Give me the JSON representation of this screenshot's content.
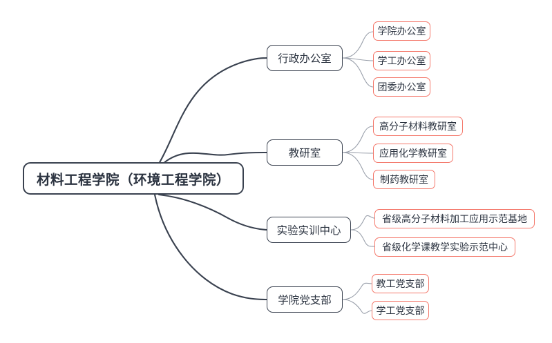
{
  "diagram": {
    "type": "mindmap",
    "title_node": "材料工程学院（环境工程学院）",
    "colors": {
      "background": "#ffffff",
      "root_border": "#39414f",
      "branch_border": "#39414f",
      "leaf_border": "#f4776a",
      "text": "#2b3340",
      "root_edge": "#39414f",
      "leaf_edge": "#9aa0ab"
    },
    "root": {
      "label": "材料工程学院（环境工程学院）"
    },
    "branches": [
      {
        "label": "行政办公室",
        "children": [
          {
            "label": "学院办公室"
          },
          {
            "label": "学工办公室"
          },
          {
            "label": "团委办公室"
          }
        ]
      },
      {
        "label": "教研室",
        "children": [
          {
            "label": "高分子材料教研室"
          },
          {
            "label": "应用化学教研室"
          },
          {
            "label": "制药教研室"
          }
        ]
      },
      {
        "label": "实验实训中心",
        "children": [
          {
            "label": "省级高分子材料加工应用示范基地"
          },
          {
            "label": "省级化学课教学实验示范中心"
          }
        ]
      },
      {
        "label": "学院党支部",
        "children": [
          {
            "label": "教工党支部"
          },
          {
            "label": "学工党支部"
          }
        ]
      }
    ]
  }
}
